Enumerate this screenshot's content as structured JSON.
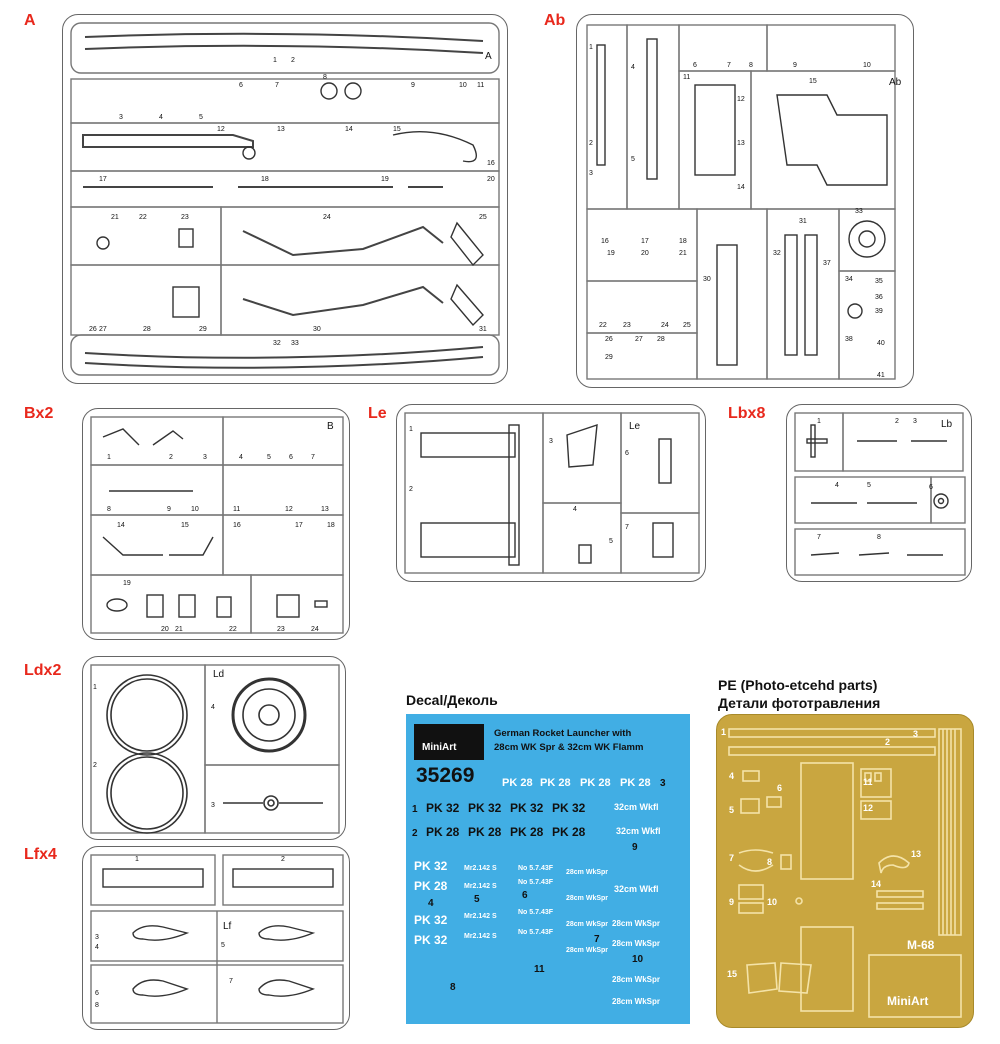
{
  "sprues": {
    "a": {
      "label": "A",
      "corner": "A",
      "nums": [
        "1",
        "2",
        "3",
        "4",
        "5",
        "6",
        "7",
        "8",
        "9",
        "10",
        "11",
        "12",
        "13",
        "14",
        "15",
        "16",
        "17",
        "18",
        "19",
        "20",
        "21",
        "22",
        "23",
        "24",
        "25",
        "26",
        "27",
        "28",
        "29",
        "30",
        "31",
        "32",
        "33"
      ]
    },
    "ab": {
      "label": "Ab",
      "corner": "Ab",
      "nums": [
        "1",
        "2",
        "3",
        "4",
        "5",
        "6",
        "7",
        "8",
        "9",
        "10",
        "11",
        "12",
        "13",
        "14",
        "15",
        "16",
        "17",
        "18",
        "19",
        "20",
        "21",
        "22",
        "23",
        "24",
        "25",
        "26",
        "27",
        "28",
        "29",
        "30",
        "31",
        "32",
        "33",
        "34",
        "35",
        "36",
        "37",
        "38",
        "39",
        "40",
        "41"
      ]
    },
    "b": {
      "label": "Bx2",
      "corner": "B",
      "nums": [
        "1",
        "2",
        "3",
        "4",
        "5",
        "6",
        "7",
        "8",
        "9",
        "10",
        "11",
        "12",
        "13",
        "14",
        "15",
        "16",
        "17",
        "18",
        "19",
        "20",
        "21",
        "22",
        "23",
        "24"
      ]
    },
    "le": {
      "label": "Le",
      "corner": "Le",
      "nums": [
        "1",
        "2",
        "3",
        "4",
        "5",
        "6",
        "7"
      ]
    },
    "lb": {
      "label": "Lbx8",
      "corner": "Lb",
      "nums": [
        "1",
        "2",
        "3",
        "4",
        "5",
        "6",
        "7",
        "8"
      ]
    },
    "ld": {
      "label": "Ldx2",
      "corner": "Ld",
      "nums": [
        "1",
        "2",
        "3",
        "4"
      ]
    },
    "lf": {
      "label": "Lfx4",
      "corner": "Lf",
      "nums": [
        "1",
        "2",
        "3",
        "4",
        "5",
        "6",
        "7",
        "8"
      ]
    }
  },
  "decal": {
    "heading": "Decal/Деколь",
    "brand": "MiniArt",
    "product_title_line1": "German Rocket Launcher with",
    "product_title_line2": "28cm WK Spr & 32cm WK Flamm",
    "kit_number": "35269",
    "pk28": "PK 28",
    "pk32": "PK 32",
    "wk_flamm": "32cm Wkfl",
    "wk_spr": "28cm WkSpr",
    "wk_code_a": "Mr2.142 S",
    "wk_code_b": "No 5.7.43F",
    "nums": [
      "1",
      "2",
      "3",
      "4",
      "5",
      "6",
      "7",
      "8",
      "9",
      "10",
      "11"
    ]
  },
  "pe": {
    "heading_line1": "PE (Photo-etcehd parts)",
    "heading_line2": "Детали фототравления",
    "code": "M-68",
    "brand": "MiniArt",
    "nums": [
      "1",
      "2",
      "3",
      "4",
      "5",
      "6",
      "7",
      "8",
      "9",
      "10",
      "11",
      "12",
      "13",
      "14",
      "15"
    ]
  },
  "colors": {
    "label_red": "#e8281c",
    "decal_blue": "#41aee4",
    "pe_gold": "#c9a640"
  }
}
